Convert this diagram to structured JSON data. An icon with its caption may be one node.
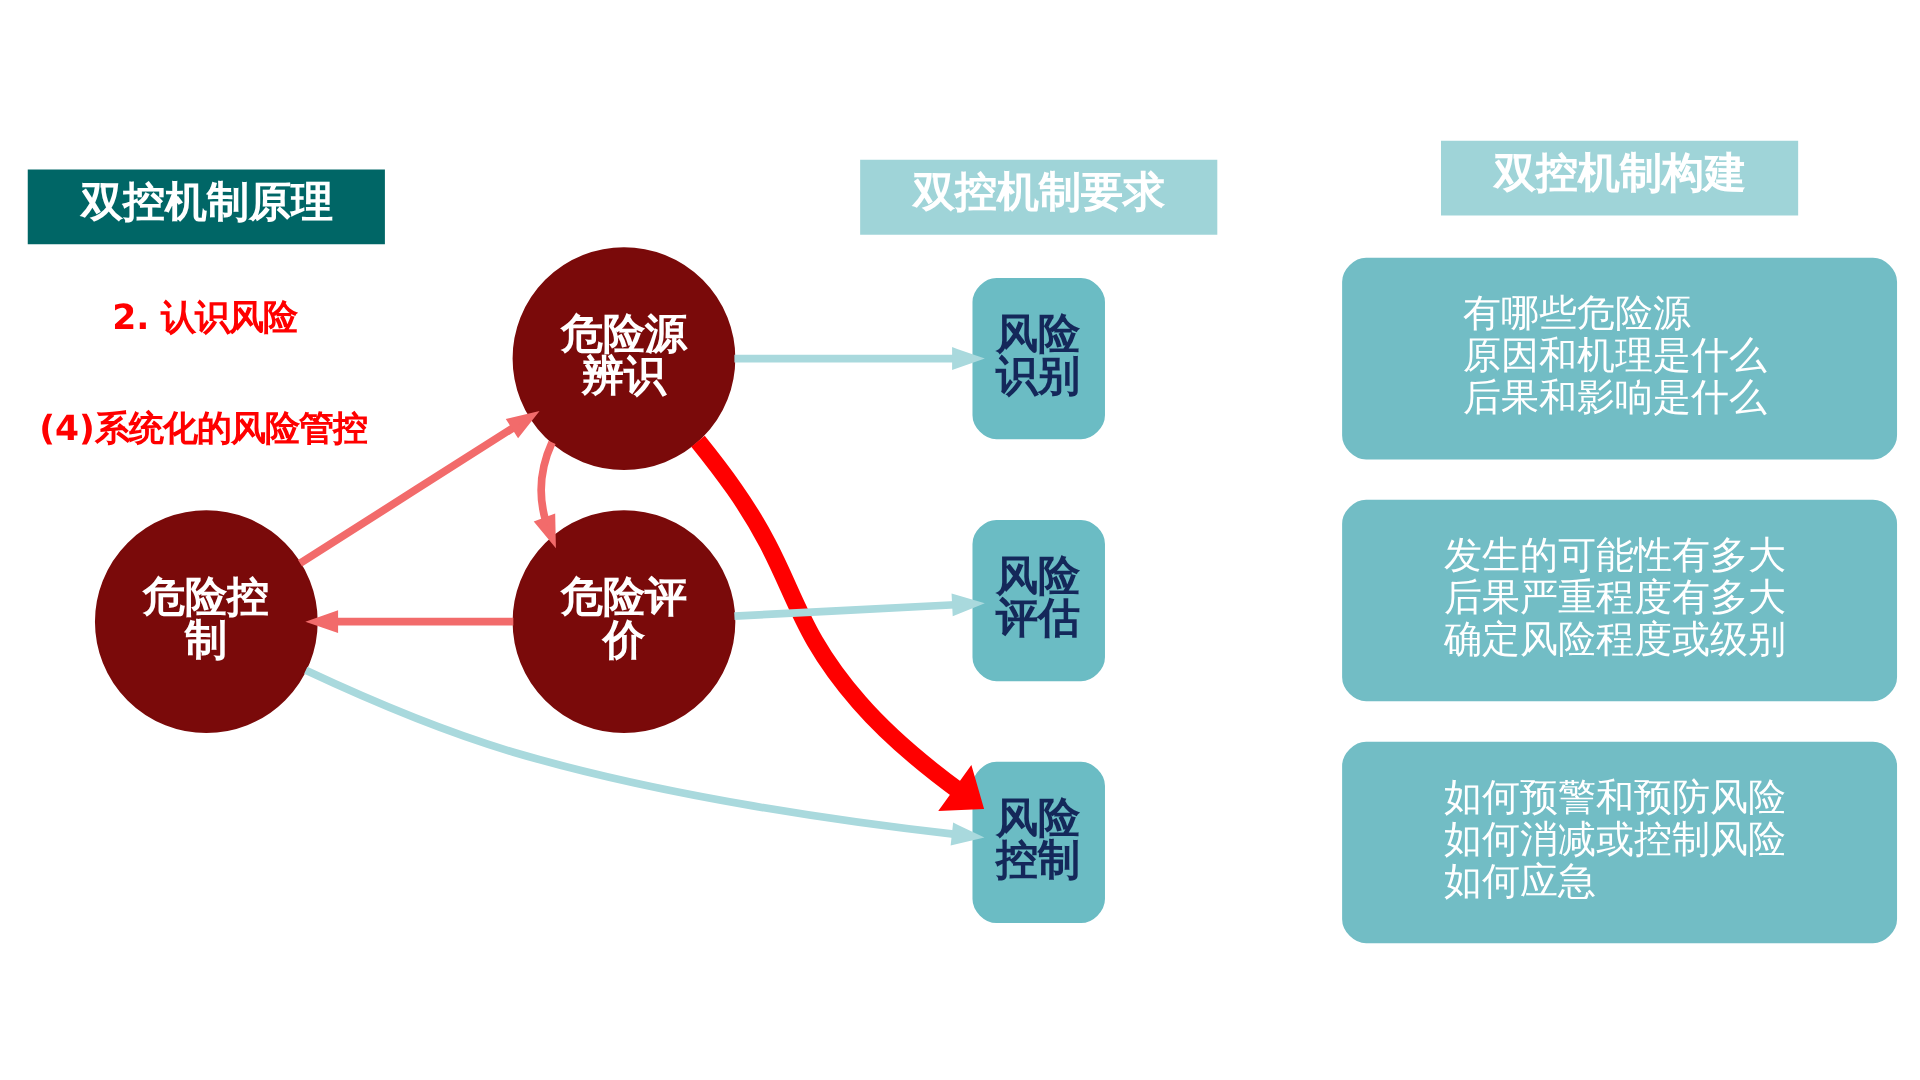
{
  "diagram": {
    "nodes": [
      {
        "text": [
          "双控机制原理"
        ]
      },
      {
        "text": [
          "双控机制要求"
        ]
      },
      {
        "text": [
          "双控机制构建"
        ]
      },
      {
        "text": [
          "危险源辨识"
        ]
      },
      {
        "text": [
          "危险控制"
        ]
      },
      {
        "text": [
          "危险评价"
        ]
      },
      {
        "text": [
          "风险识别"
        ]
      },
      {
        "text": [
          "有哪些危险源",
          "原因和机理是什么",
          "后果和影响是什么"
        ]
      },
      {
        "text": [
          "风险评估"
        ]
      },
      {
        "text": [
          "发生的可能性有多大",
          "后果严重程度有多大",
          "确定风险程度或级别"
        ]
      },
      {
        "text": [
          "风险控制"
        ]
      },
      {
        "text": [
          "如何预警和预防风险",
          "如何消减或控制风险",
          "如何应急"
        ]
      }
    ],
    "edges": [
      {
        "from": 3,
        "to": 5,
        "arrow": "to",
        "color": "#f26b6b"
      },
      {
        "from": 5,
        "to": 4,
        "arrow": "to",
        "color": "#f26b6b"
      },
      {
        "from": 4,
        "to": 3,
        "arrow": "to",
        "color": "#f26b6b"
      },
      {
        "from": 3,
        "to": 6,
        "arrow": "to",
        "color": "#a9d9dd"
      },
      {
        "from": 5,
        "to": 8,
        "arrow": "to",
        "color": "#a9d9dd"
      },
      {
        "from": 4,
        "to": 10,
        "arrow": "to",
        "color": "#a9d9dd"
      },
      {
        "from": 3,
        "to": 10,
        "arrow": "to",
        "style": "thick",
        "color": "#ff0000"
      }
    ],
    "labels": [
      "2. 认识风险",
      "(4)系统化的风险管控"
    ]
  }
}
